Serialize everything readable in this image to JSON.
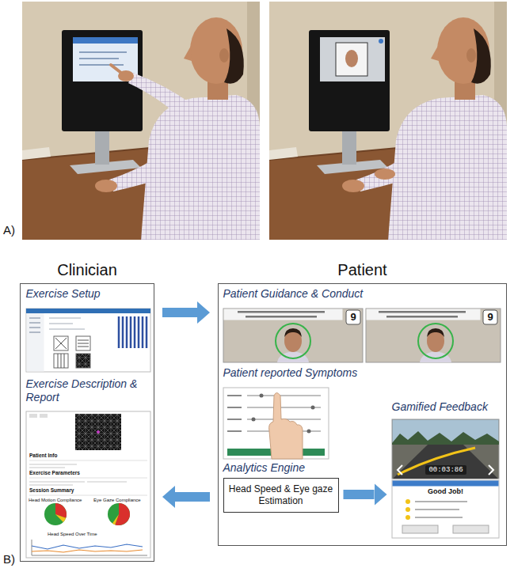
{
  "diagram": {
    "nodes": [
      {
        "text": [
          "Clinician"
        ]
      },
      {
        "text": [
          "Exercise Setup"
        ],
        "in": 0
      },
      {
        "text": [
          "Exercise Description & Report"
        ],
        "in": 0
      },
      {
        "text": [
          "Patient"
        ]
      },
      {
        "text": [
          "Patient Guidance & Conduct"
        ],
        "in": 3
      },
      {
        "text": [
          "Patient reported Symptoms"
        ],
        "in": 3
      },
      {
        "text": [
          "Analytics Engine",
          "Head Speed & Eye gaze Estimation"
        ],
        "in": 3
      },
      {
        "text": [
          "Gamified Feedback"
        ],
        "in": 3
      }
    ],
    "edges": [
      {
        "from": 0,
        "to": 3,
        "arrow": "to"
      },
      {
        "from": 6,
        "to": 7,
        "arrow": "to"
      },
      {
        "from": 3,
        "to": 0,
        "arrow": "to"
      }
    ],
    "labels": [
      "A)",
      "B)",
      "9",
      "9",
      "Patient Info",
      "Exercise Parameters",
      "Session Summary",
      "Head Motion Compliance",
      "Eye Gaze Compliance",
      "Head Speed Over Time",
      "00:03:86",
      "Good Job!"
    ]
  }
}
